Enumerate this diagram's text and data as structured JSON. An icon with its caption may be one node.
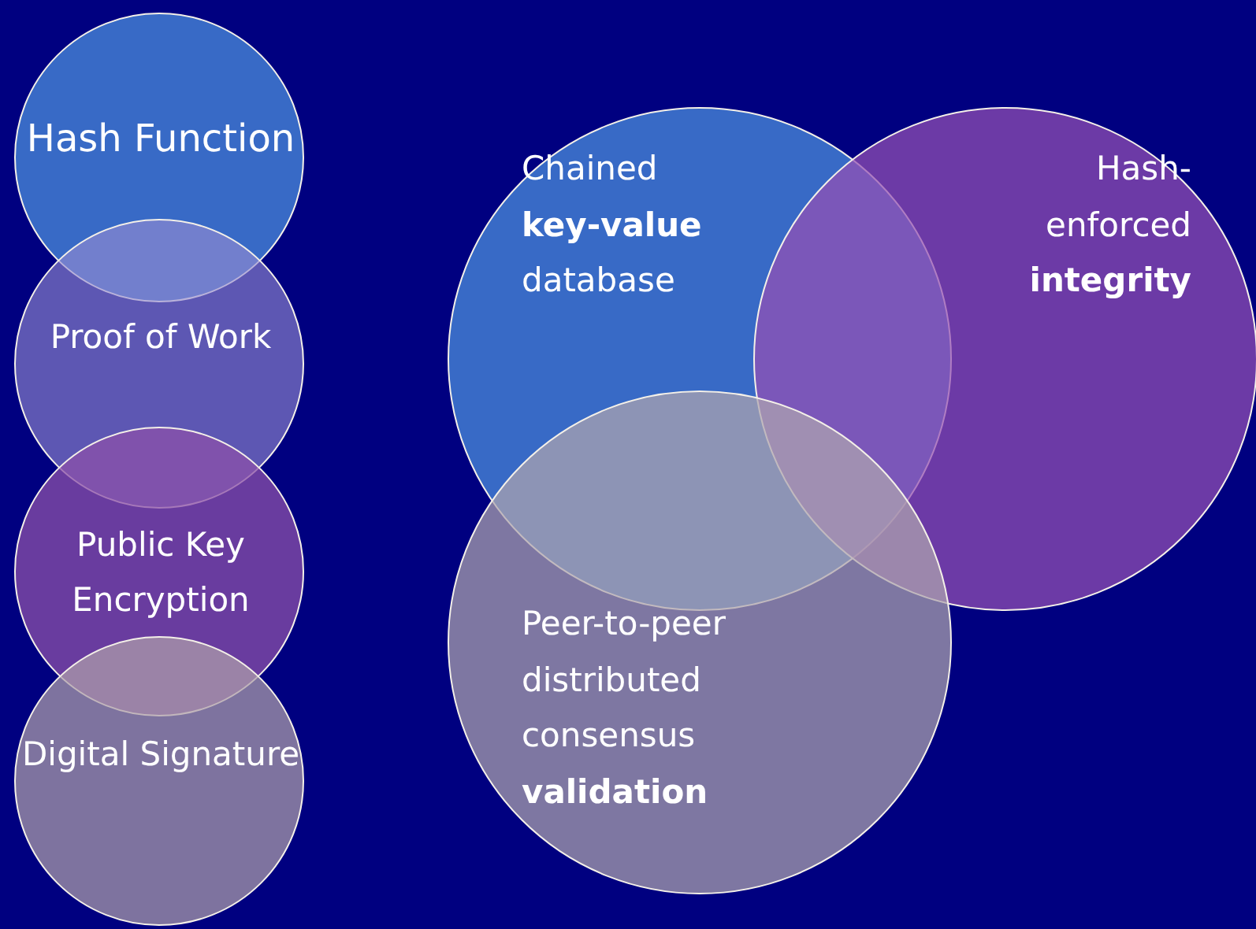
{
  "diagram": {
    "nodes": [
      {
        "text": [
          "Hash Function"
        ]
      },
      {
        "text": [
          "Proof of Work"
        ]
      },
      {
        "text": [
          "Public Key Encryption"
        ]
      },
      {
        "text": [
          "Digital Signature"
        ]
      },
      {
        "text": [
          "Chained **key-value** database"
        ]
      },
      {
        "text": [
          "Hash-enforced **integrity**"
        ]
      },
      {
        "text": [
          "Peer-to-peer distributed consensus **validation**"
        ]
      }
    ]
  }
}
